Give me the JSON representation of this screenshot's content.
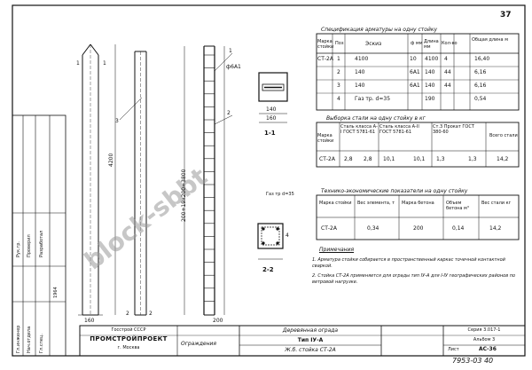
{
  "sheet_number": "37",
  "doc_code": "7953-03 40",
  "watermark": "block-sbbt",
  "spec_table": {
    "title": "Спецификация арматуры на одну стойку",
    "headers": [
      "Марка стойки",
      "Поз",
      "Эскиз",
      "ф мм",
      "Длина мм",
      "Кол-во",
      "Общая длина м"
    ],
    "rows": [
      {
        "mark": "СТ-2А",
        "pos": "1",
        "sketch": "4100",
        "d": "10",
        "len": "4100",
        "qty": "4",
        "total": "16,40"
      },
      {
        "mark": "",
        "pos": "2",
        "sketch": "140",
        "d": "6А1",
        "len": "140",
        "qty": "44",
        "total": "6,16"
      },
      {
        "mark": "",
        "pos": "3",
        "sketch": "140",
        "d": "6А1",
        "len": "140",
        "qty": "44",
        "total": "6,16"
      },
      {
        "mark": "",
        "pos": "4",
        "sketch": "Газ тр. d=35",
        "d": "",
        "len": "190",
        "qty": "",
        "total": "0,54"
      }
    ]
  },
  "steel_table": {
    "title": "Выборка стали на одну стойку в кг",
    "headers": [
      "Марка стойки",
      "Сталь класса А-I ГОСТ 5781-61",
      "Сталь класса А-II ГОСТ 5781-61",
      "Ст.3 Прокат ГОСТ 380-60",
      "Всего стали"
    ],
    "row": {
      "mark": "СТ-2А",
      "a1": "2,8",
      "a1_total": "2,8",
      "a2": "10,1",
      "a2_total": "10,1",
      "st3": "1,3",
      "st3_total": "1,3",
      "total": "14,2"
    }
  },
  "econ_table": {
    "title": "Технико-экономические показатели на одну стойку",
    "headers": [
      "Марка стойки",
      "Вес элемента, т",
      "Марка бетона",
      "Объем бетона м³",
      "Вес стали кг"
    ],
    "row": {
      "mark": "СТ-2А",
      "weight": "0,34",
      "concrete": "200",
      "volume": "0,14",
      "steel": "14,2"
    }
  },
  "notes": {
    "title": "Примечания",
    "items": [
      "1. Арматура стойки собирается в пространственный каркас точечной контактной сваркой.",
      "2. Стойка СТ-2А применяется для ограды тип IУ-А для I-IУ географических районов по ветровой нагрузке."
    ]
  },
  "drawing": {
    "section_1": "1-1",
    "section_2": "2-2",
    "dim_total": "4200",
    "dim_bottom": "160",
    "dim_width": "160",
    "dim_inner": "140",
    "dim_top": "200",
    "dim_stirrups": "200+19x200=3800",
    "rebar_label": "ф6А1",
    "pos_labels": [
      "1",
      "2",
      "3",
      "4"
    ],
    "pipe_label": "Газ тр d=35",
    "cut_marks": [
      "1",
      "1",
      "2",
      "2"
    ]
  },
  "title_block": {
    "org": "Госстрой СССР",
    "institute": "ПРОМСТРОЙПРОЕКТ",
    "city": "г. Москва",
    "project": "Деревянная ограда",
    "type": "Тип IУ-А",
    "item": "Ж.б. стойка СТ-2А",
    "series": "Серия 3.017-1",
    "album": "Альбом 3",
    "sheet_label": "Лист",
    "sheet": "АС-36",
    "section": "Ограждения"
  },
  "side_stamp": {
    "rows": [
      "Гл.инженер",
      "Нач.отдела",
      "Гл.спец.",
      "Рук.гр.",
      "Проверил",
      "Разработал"
    ],
    "year": "1964"
  }
}
